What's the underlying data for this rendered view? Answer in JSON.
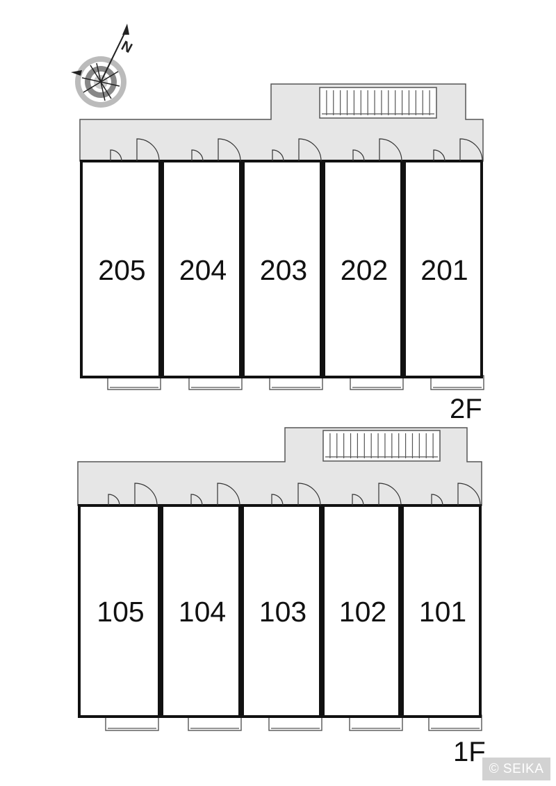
{
  "compass": {
    "label": "N"
  },
  "floors": [
    {
      "id": "2F",
      "label": "2F",
      "units": [
        "205",
        "204",
        "203",
        "202",
        "201"
      ]
    },
    {
      "id": "1F",
      "label": "1F",
      "units": [
        "105",
        "104",
        "103",
        "102",
        "101"
      ]
    }
  ],
  "copyright": "© SEIKA"
}
